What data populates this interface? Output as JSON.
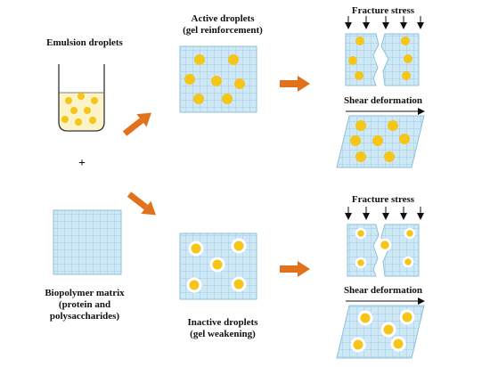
{
  "labels": {
    "emulsion_droplets": "Emulsion droplets",
    "plus": "+",
    "biopolymer_line1": "Biopolymer matrix",
    "biopolymer_line2": "(protein and",
    "biopolymer_line3": "polysaccharides)",
    "active_line1": "Active droplets",
    "active_line2": "(gel reinforcement)",
    "inactive_line1": "Inactive droplets",
    "inactive_line2": "(gel weakening)",
    "fracture_top": "Fracture stress",
    "shear_top": "Shear deformation",
    "fracture_bottom": "Fracture stress",
    "shear_bottom": "Shear deformation"
  },
  "colors": {
    "grid_fill": "#cfe8f5",
    "grid_line": "#7fb8d6",
    "droplet": "#f5c518",
    "droplet_halo": "#ffffff",
    "arrow": "#e2711d",
    "beaker_outline": "#333333",
    "liquid": "#fdf3c9"
  }
}
